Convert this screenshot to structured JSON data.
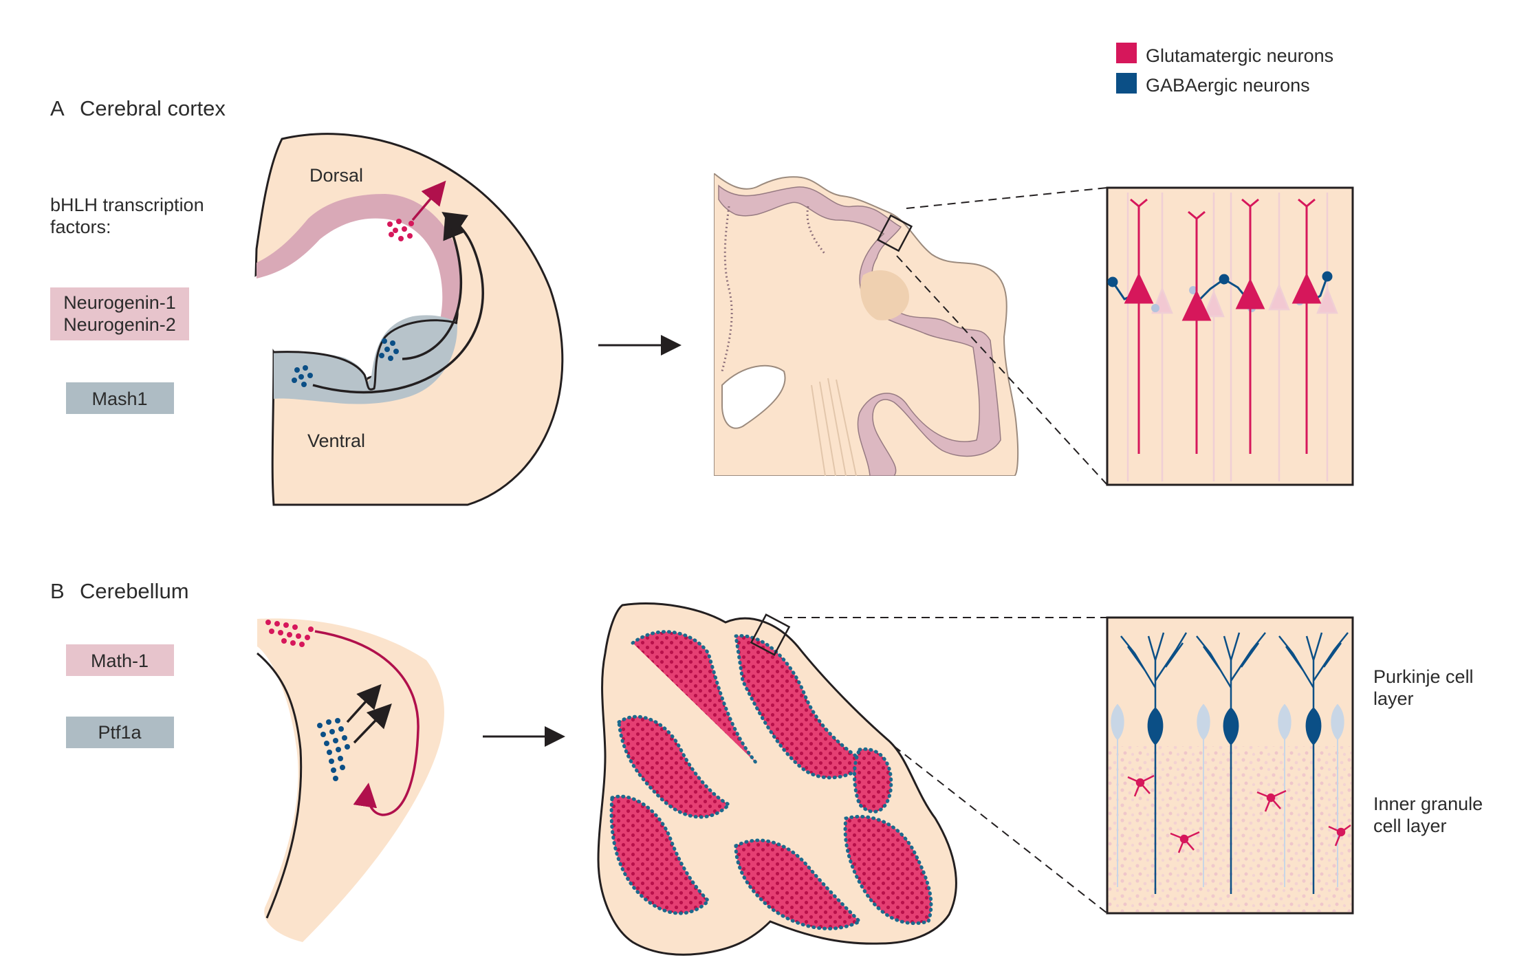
{
  "legend": {
    "glutamatergic": {
      "label": "Glutamatergic neurons",
      "color": "#d6175b"
    },
    "gabaergic": {
      "label": "GABAergic neurons",
      "color": "#0b4f86"
    }
  },
  "panel_a": {
    "letter": "A",
    "title": "Cerebral cortex",
    "factors_heading_line1": "bHLH transcription",
    "factors_heading_line2": "factors:",
    "factor_pink_line1": "Neurogenin-1",
    "factor_pink_line2": "Neurogenin-2",
    "factor_blue": "Mash1",
    "dorsal": "Dorsal",
    "ventral": "Ventral"
  },
  "panel_b": {
    "letter": "B",
    "title": "Cerebellum",
    "factor_pink": "Math-1",
    "factor_blue": "Ptf1a",
    "purkinje_line1": "Purkinje cell",
    "purkinje_line2": "layer",
    "granule_line1": "Inner granule",
    "granule_line2": "cell layer"
  },
  "colors": {
    "tissue": "#fbe3cc",
    "pink_box": "#e7c4cc",
    "blue_box": "#aebcc4",
    "ventricular_pink": "#d9a9b7",
    "ganglionic_blue": "#b7c3ca",
    "outline": "#231f20"
  }
}
